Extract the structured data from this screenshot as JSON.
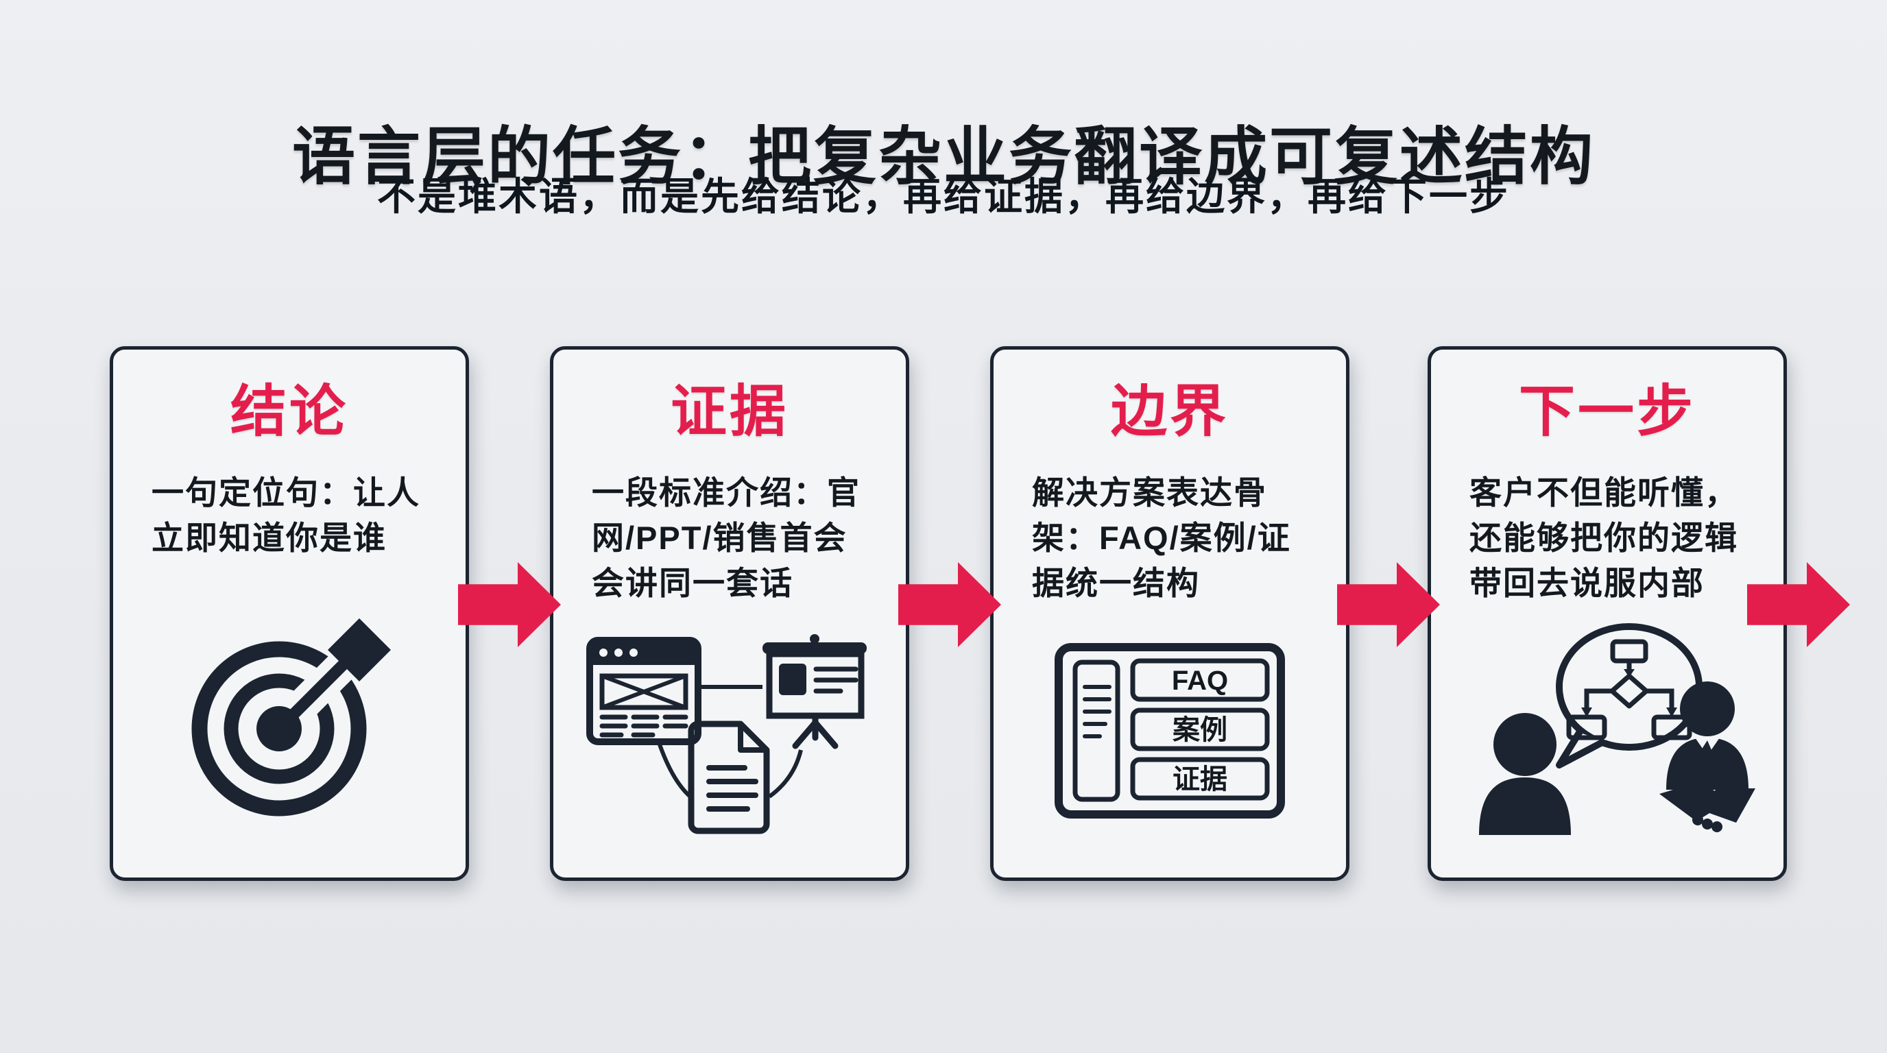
{
  "header": {
    "title": "语言层的任务：把复杂业务翻译成可复述结构",
    "subtitle": "不是堆术语，而是先给结论，再给证据，再给边界，再给下一步"
  },
  "colors": {
    "accent_red": "#E41E4C",
    "ink": "#1B2430",
    "card_background": "#F3F5F7",
    "page_background": "#E9EBEF"
  },
  "cards": [
    {
      "title": "结论",
      "description": "一句定位句：让人\n立即知道你是谁",
      "icon": "target-icon"
    },
    {
      "title": "证据",
      "description": "一段标准介绍：官\n网/PPT/销售首会\n会讲同一套话",
      "icon": "evidence-media-icon"
    },
    {
      "title": "边界",
      "description": "解决方案表达骨\n架：FAQ/案例/证\n据统一结构",
      "icon": "structure-skeleton-icon",
      "skeleton_labels": [
        "FAQ",
        "案例",
        "证据"
      ]
    },
    {
      "title": "下一步",
      "description": "客户不但能听懂，\n还能够把你的逻辑\n带回去说服内部",
      "icon": "conversation-handshake-icon"
    }
  ]
}
